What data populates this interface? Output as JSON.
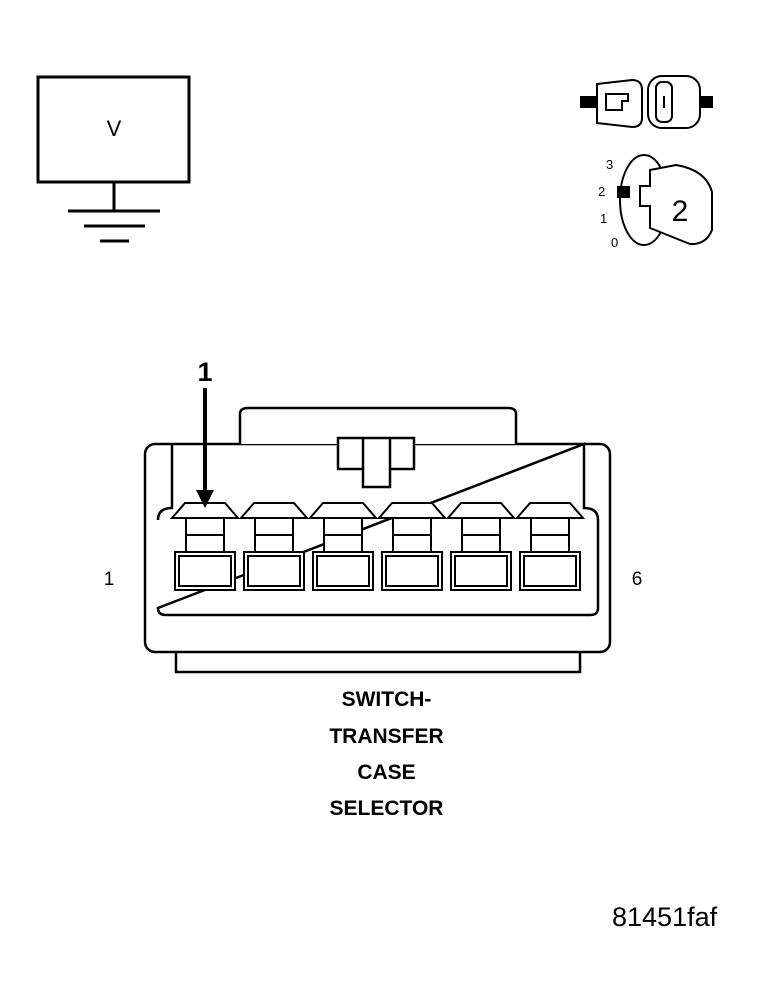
{
  "meter": {
    "label": "V"
  },
  "key_switch": {
    "positions": [
      "3",
      "2",
      "1",
      "0"
    ],
    "selected": "2"
  },
  "connector": {
    "callout": "1",
    "left_pin": "1",
    "right_pin": "6",
    "cavity_count": 6,
    "title_lines": [
      "SWITCH-",
      "TRANSFER",
      "CASE",
      "SELECTOR"
    ]
  },
  "figure_id": "81451faf"
}
